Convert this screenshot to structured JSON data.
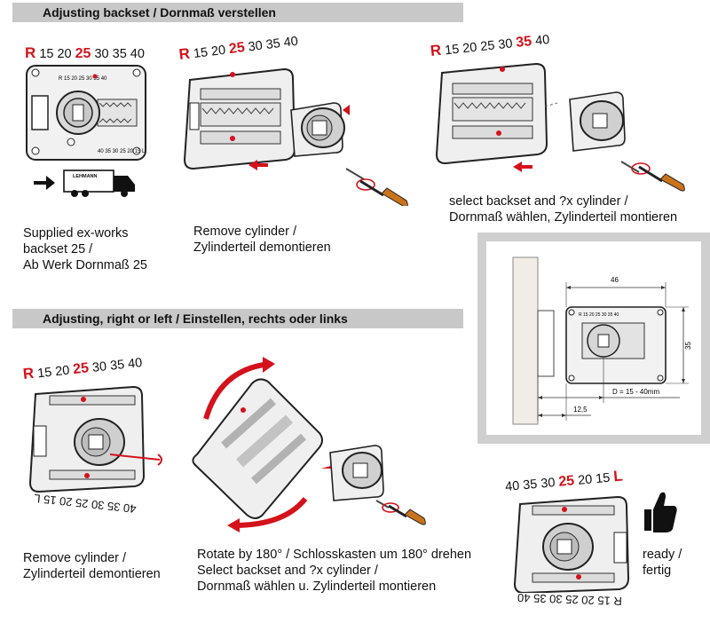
{
  "sections": {
    "backset": {
      "title": "Adjusting backset / Dornmaß verstellen"
    },
    "orientation": {
      "title": "Adjusting, right or left / Einstellen, rechts oder links"
    }
  },
  "captions": {
    "supplied": [
      "Supplied ex-works",
      "backset 25 /",
      "Ab Werk Dornmaß 25"
    ],
    "remove_cylinder_1": [
      "Remove cylinder  /",
      "Zylinderteil demontieren"
    ],
    "select_backset_1": [
      "select backset and ?x cylinder /",
      "Dornmaß wählen, Zylinderteil montieren"
    ],
    "remove_cylinder_2": [
      "Remove cylinder /",
      "Zylinderteil demontieren"
    ],
    "rotate": [
      "Rotate by 180° / Schlosskasten um 180° drehen",
      "Select backset and ?x cylinder /",
      "Dornmaß wählen u. Zylinderteil montieren"
    ],
    "ready": [
      "ready /",
      "fertig"
    ]
  },
  "scales": {
    "s1": {
      "prefix": "R",
      "before": "15 20",
      "highlight": "25",
      "after": "30 35 40"
    },
    "s2": {
      "prefix": "R",
      "before": "15 20",
      "highlight": "25",
      "after": "30 35 40"
    },
    "s3": {
      "prefix": "R",
      "before": "15 20 25 30",
      "highlight": "35",
      "after": "40"
    },
    "s4": {
      "prefix": "R",
      "before": "15 20",
      "highlight": "25",
      "after": "30 35 40"
    },
    "s4_flipped": "40 35 30 25 20 15 L",
    "s5": {
      "before": "40 35 30",
      "highlight": "25",
      "after": "20 15",
      "suffix": "L"
    },
    "s5_flipped": "R 15 20 25 30 35 40"
  },
  "plate_labels": {
    "small_scale": "R 15 20 25 30 35 40",
    "small_scale_flipped": "40 35 30 25 20 15 L"
  },
  "truck_label": "LEHMANN",
  "dimension_drawing": {
    "width_label": "46",
    "height_label": "35",
    "backset_label": "D = 15 - 40mm",
    "offset_label": "12,5"
  },
  "colors": {
    "accent": "#d4121b",
    "header_bg": "#c8c8c8",
    "panel_bg": "#cfcfcf"
  }
}
